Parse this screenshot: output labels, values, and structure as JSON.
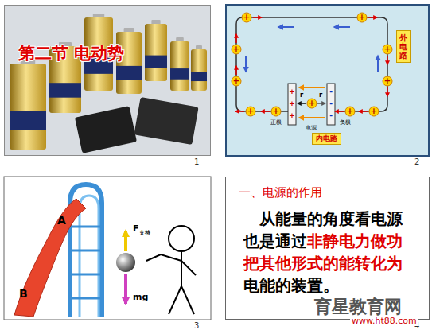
{
  "diagram": {
    "nodes": [
      {
        "text": [
          "第二节 电动势"
        ]
      },
      {
        "text": [
          "外电路"
        ]
      },
      {
        "text": [
          "内电路"
        ]
      },
      {
        "text": [
          "一、电源的作用",
          "从能量的角度看电源也是通过",
          "非静电力做功把其他形式的能转化为",
          "电能的装置。"
        ]
      }
    ],
    "labels": [
      "1",
      "2",
      "3",
      "4",
      "正极",
      "电源",
      "负极",
      "F",
      "F",
      "+",
      "+",
      "+",
      "+",
      "+",
      "+",
      "+",
      "+",
      "+",
      "+",
      "+",
      "+",
      "+",
      "+",
      "-",
      "-",
      "-",
      "A",
      "B",
      "F",
      "支持",
      "mg",
      "育星教育网",
      "www.ht88.com"
    ]
  }
}
